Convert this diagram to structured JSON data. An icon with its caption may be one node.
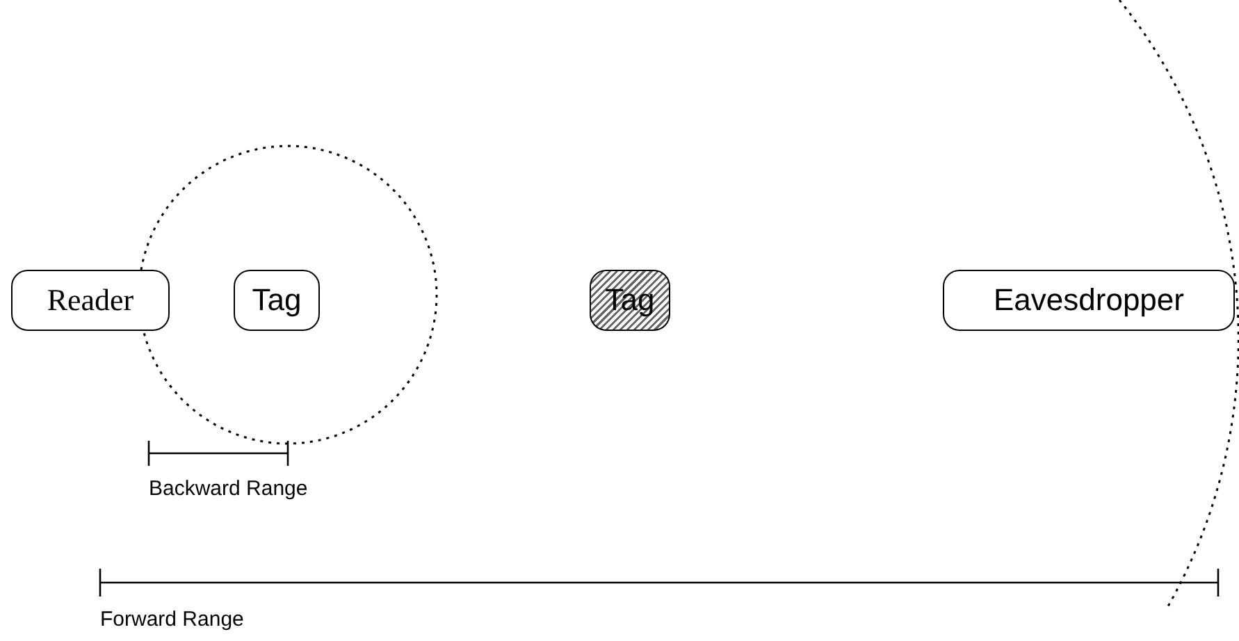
{
  "diagram": {
    "nodes": [
      {
        "text": [
          "Reader"
        ]
      },
      {
        "text": [
          "Tag"
        ]
      },
      {
        "text": [
          "Tag"
        ]
      },
      {
        "text": [
          "Eavesdropper"
        ]
      }
    ],
    "labels": [
      "Backward Range",
      "Forward Range"
    ]
  }
}
